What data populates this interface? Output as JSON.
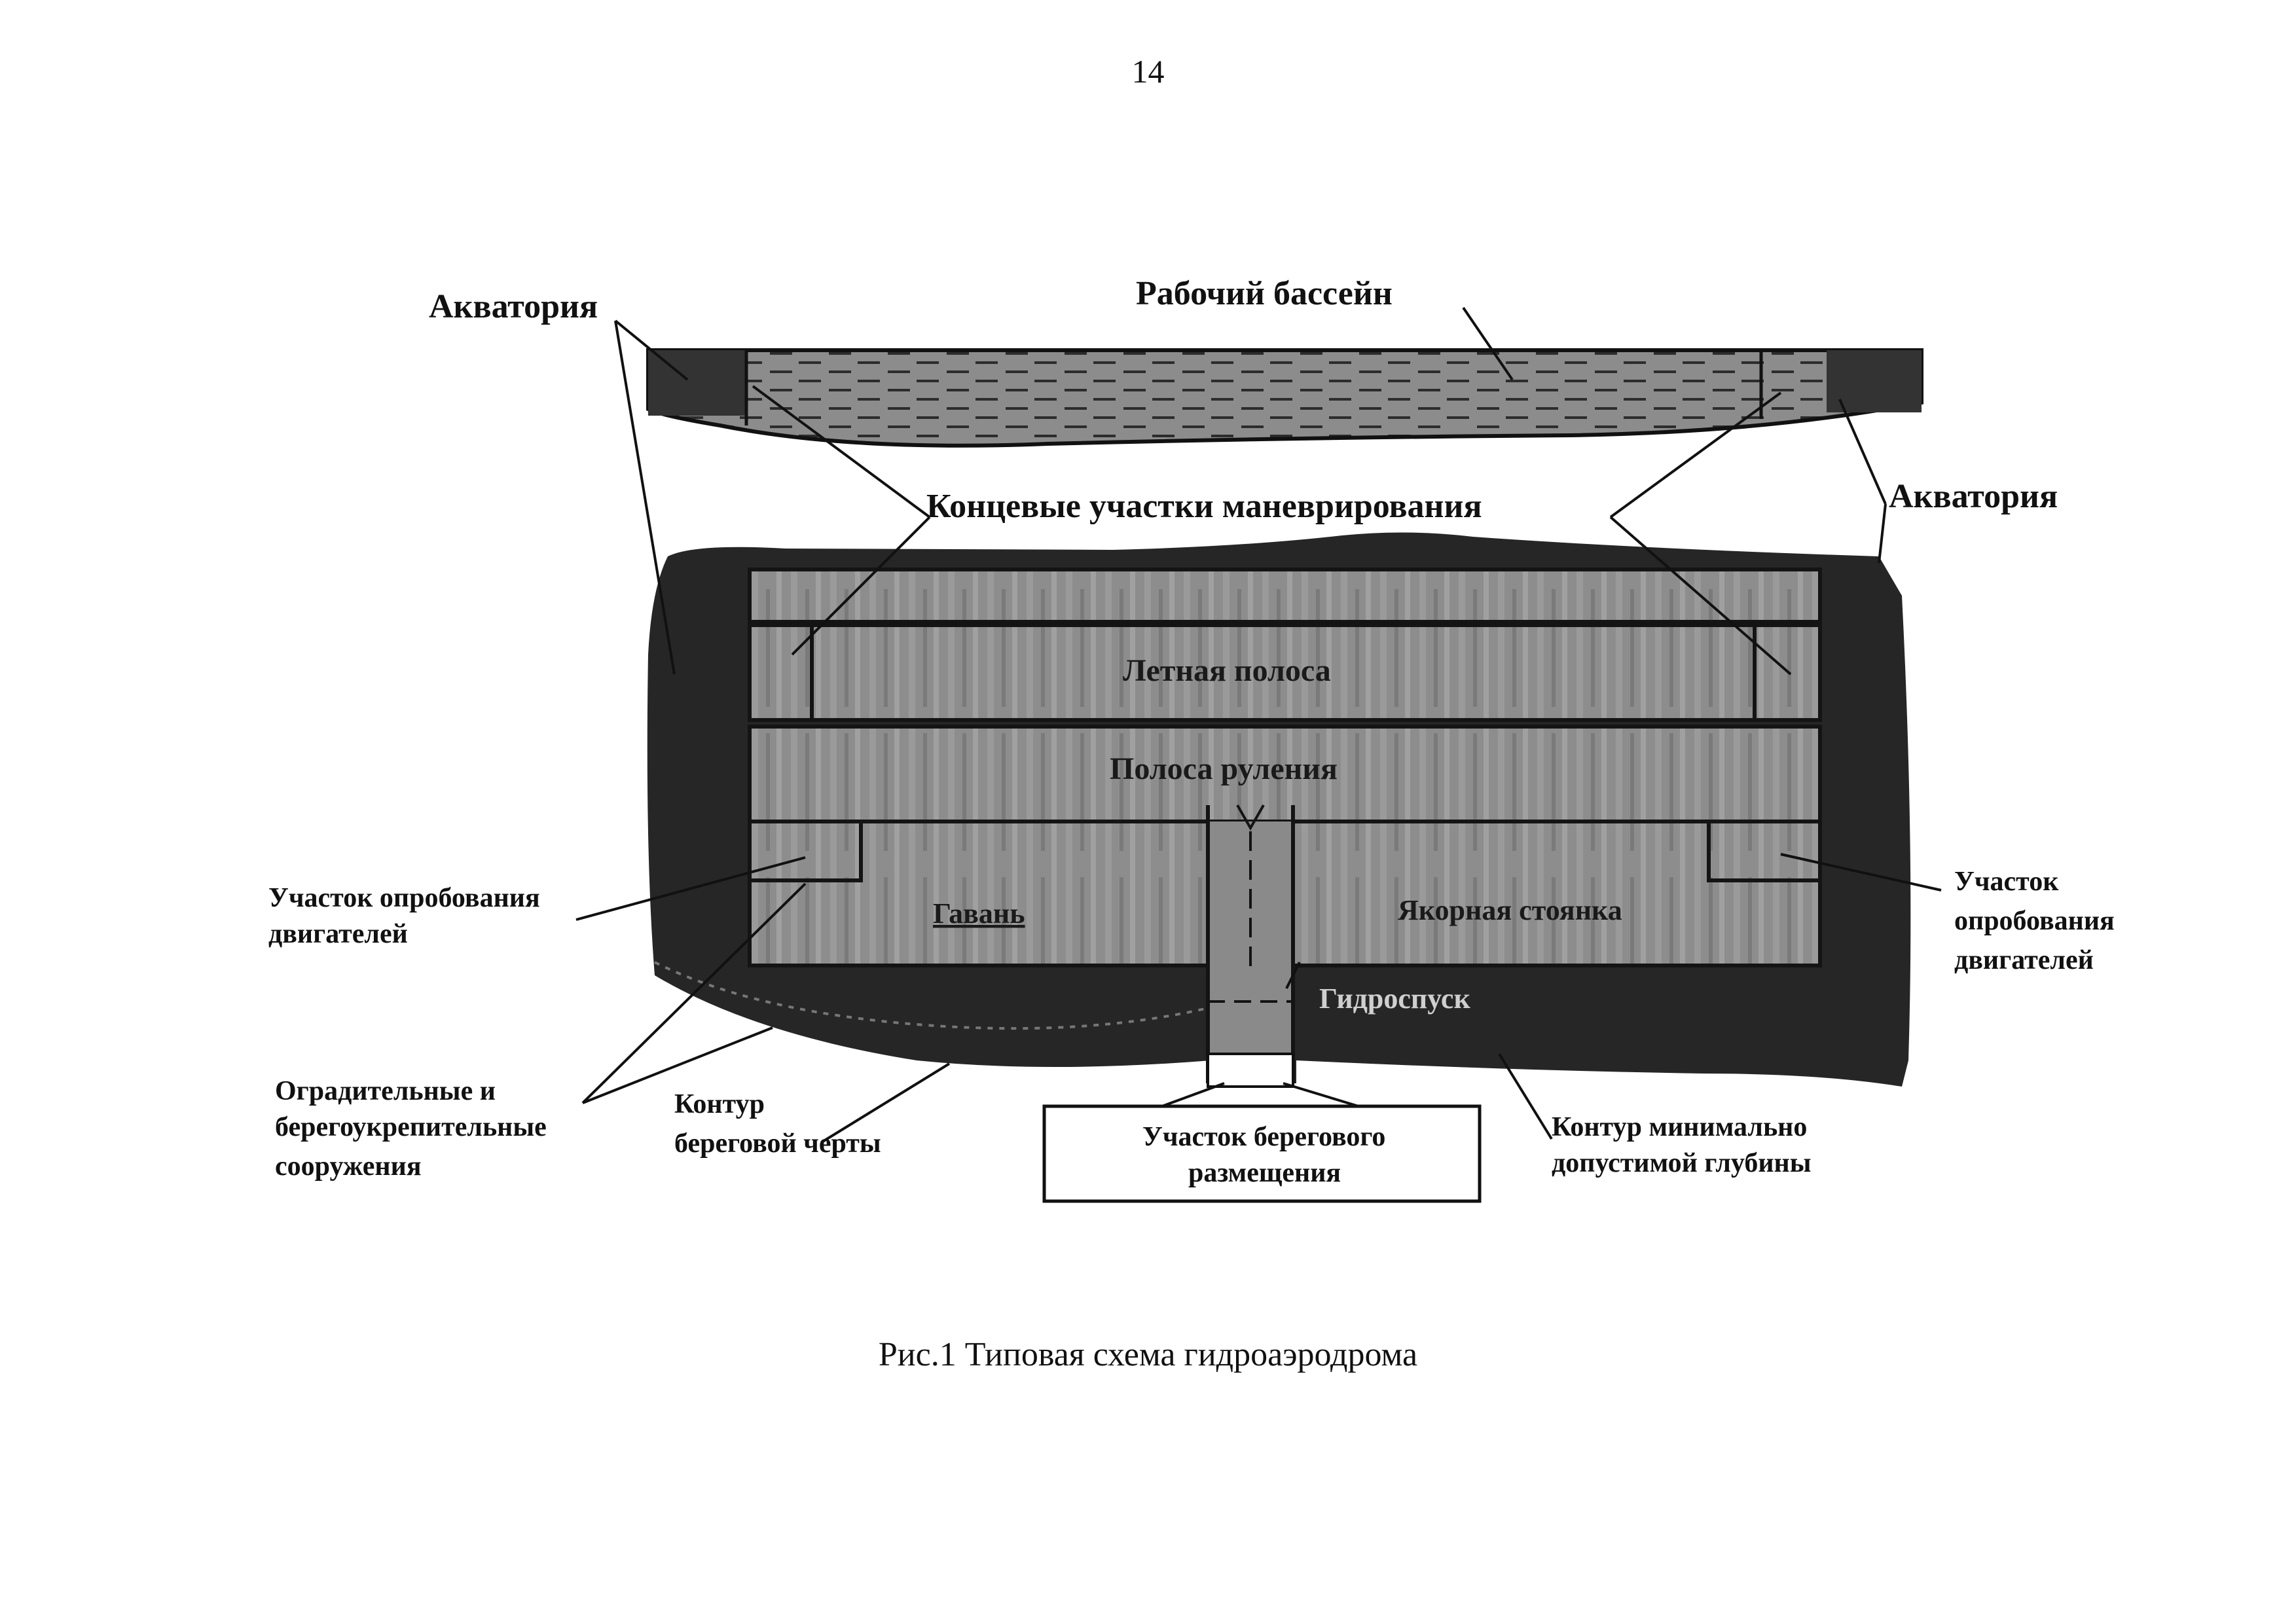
{
  "page_number": "14",
  "caption": "Рис.1 Типовая схема гидроаэродрома",
  "labels": {
    "akvatoriya_left": "Акватория",
    "akvatoriya_right": "Акватория",
    "rabochiy_bassein": "Рабочий бассейн",
    "kontsevye_uchastki": "Концевые участки маневрирования",
    "letnaya_polosa": "Летная полоса",
    "polosa_ruleniya": "Полоса руления",
    "gavan": "Гавань",
    "yakornaya_stoyanka": "Якорная стоянка",
    "gidrospusk": "Гидроспуск",
    "uchastok_oprob_left_1": "Участок опробования",
    "uchastok_oprob_left_2": "двигателей",
    "uchastok_oprob_right_1": "Участок",
    "uchastok_oprob_right_2": "опробования",
    "uchastok_oprob_right_3": "двигателей",
    "ograditelnye_1": "Оградительные и",
    "ograditelnye_2": "берегоукрепительные",
    "ograditelnye_3": "сооружения",
    "kontur_beregovoy_1": "Контур",
    "kontur_beregovoy_2": "береговой черты",
    "uchastok_beregovogo_1": "Участок берегового",
    "uchastok_beregovogo_2": "размещения",
    "kontur_min_1": "Контур минимально",
    "kontur_min_2": "допустимой глубины"
  },
  "colors": {
    "water_dark": "#2a2a2a",
    "zone_fill": "#8a8a8a",
    "pool_fill": "#7f7f7f",
    "line": "#111111"
  }
}
